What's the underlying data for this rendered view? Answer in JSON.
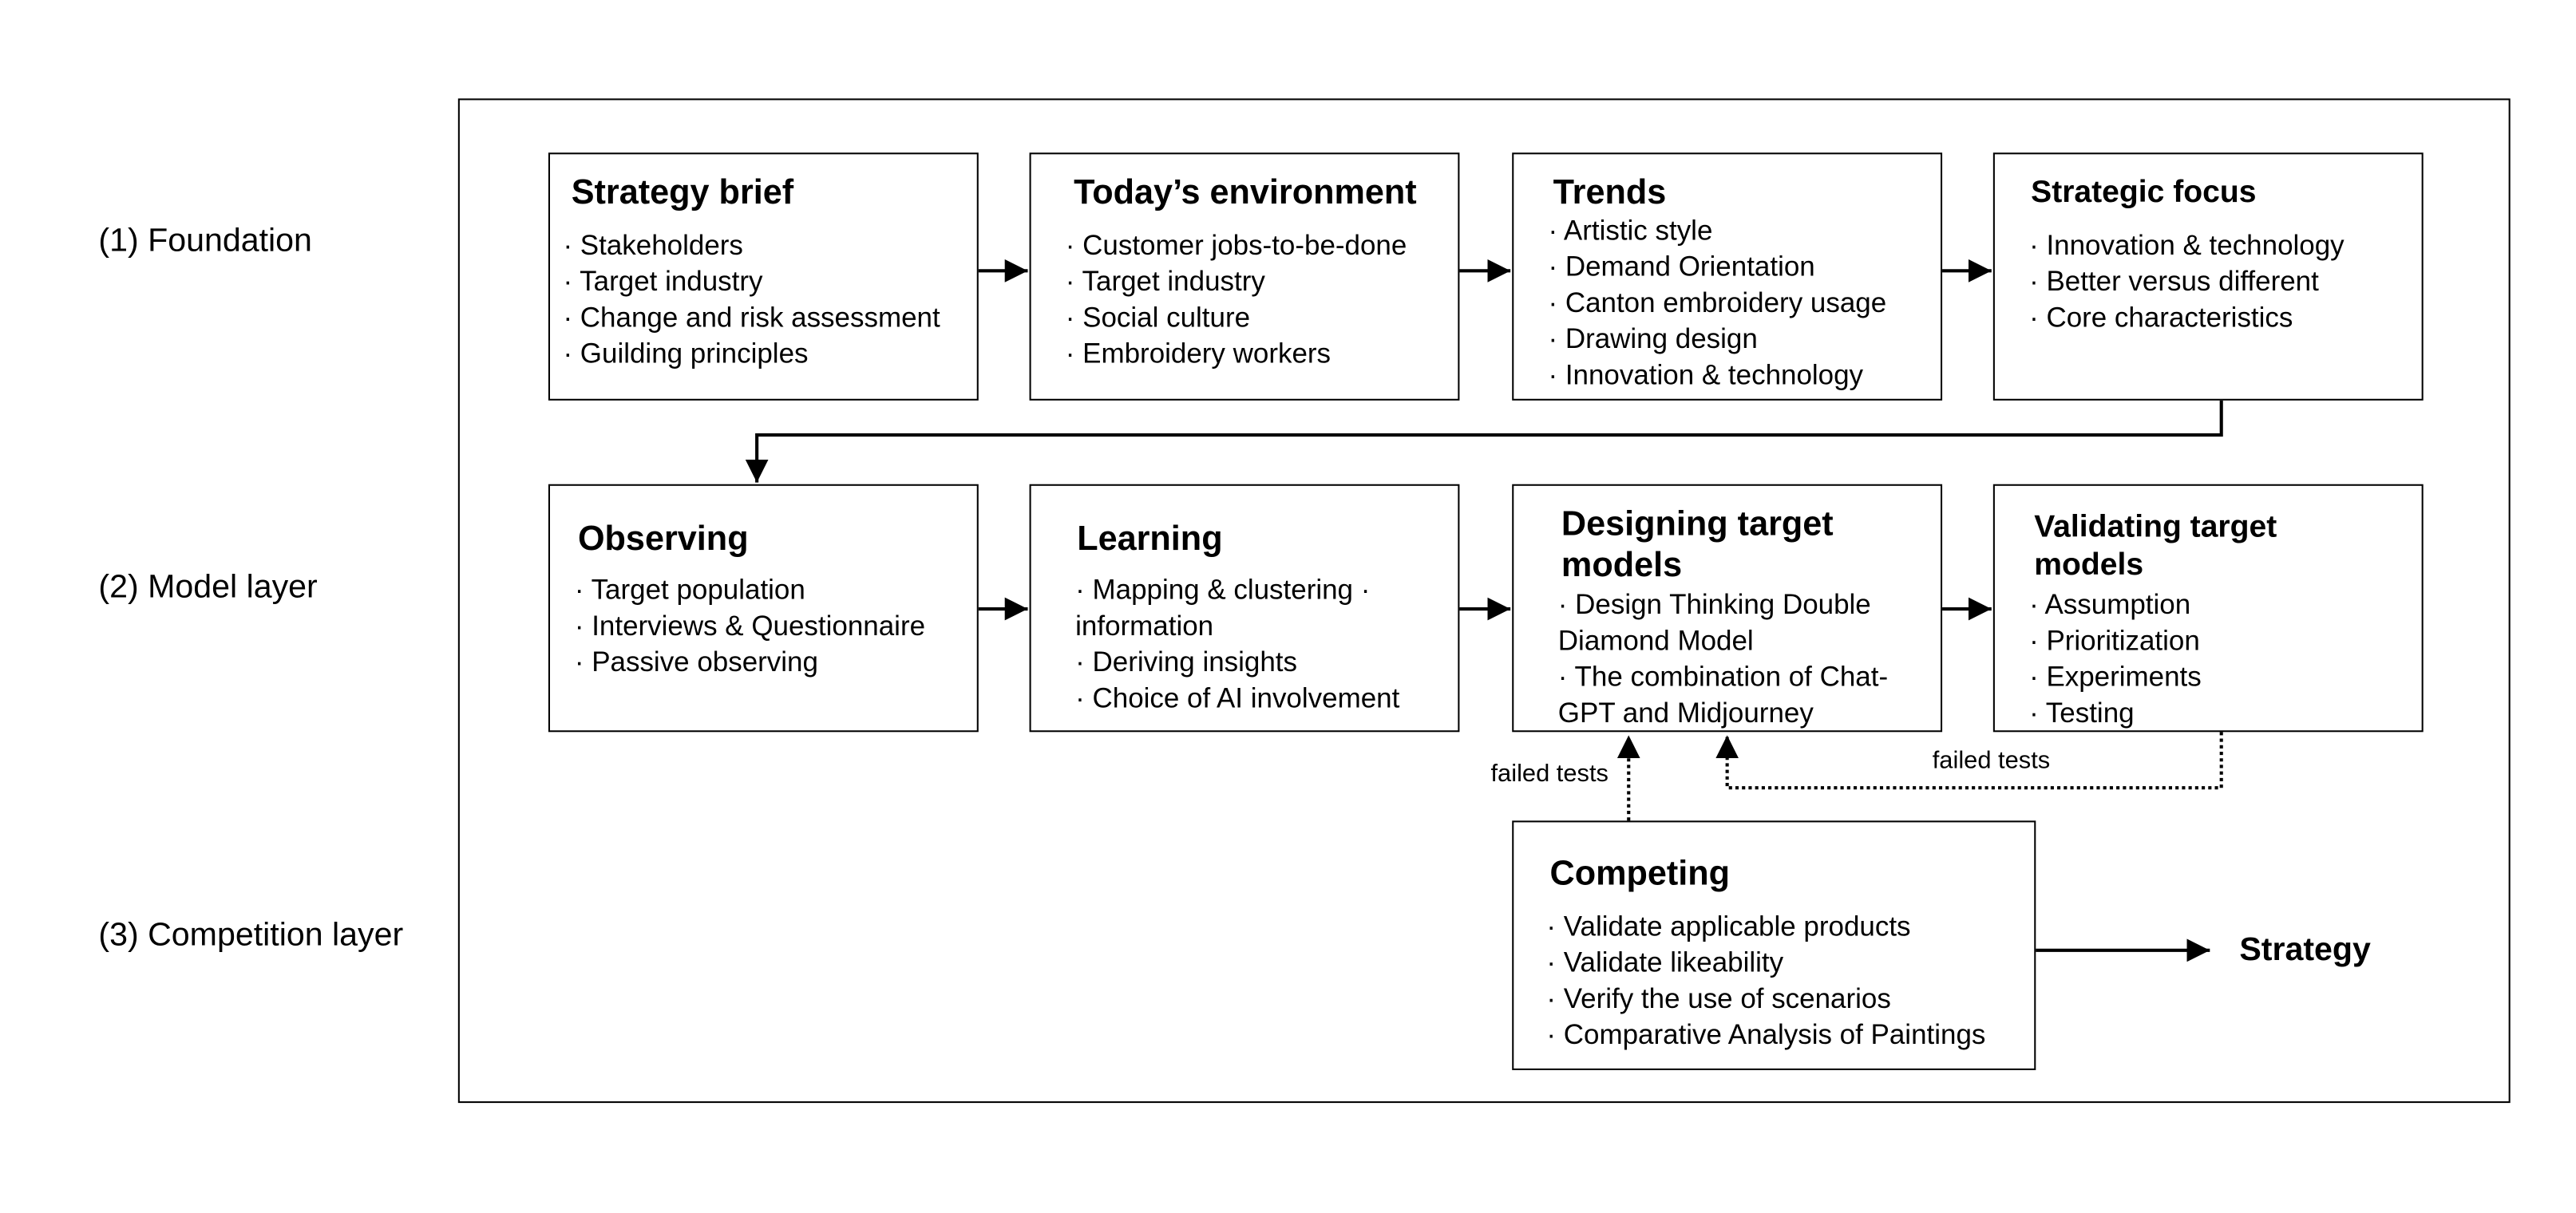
{
  "layers": {
    "foundation": "(1) Foundation",
    "model": "(2) Model layer",
    "competition": "(3) Competition layer"
  },
  "boxes": {
    "strategy_brief": {
      "title": "Strategy brief",
      "items": [
        "· Stakeholders",
        "· Target industry",
        "· Change and risk assessment",
        "· Guilding principles"
      ]
    },
    "todays_environment": {
      "title": "Today’s environment",
      "items": [
        "· Customer jobs-to-be-done",
        "· Target industry",
        "· Social culture",
        "· Embroidery workers"
      ]
    },
    "trends": {
      "title": "Trends",
      "items": [
        "· Artistic style",
        "· Demand Orientation",
        "· Canton embroidery usage",
        "· Drawing design",
        "· Innovation & technology"
      ]
    },
    "strategic_focus": {
      "title": "Strategic focus",
      "items": [
        "· Innovation & technology",
        "· Better versus different",
        "· Core characteristics"
      ]
    },
    "observing": {
      "title": "Observing",
      "items": [
        "· Target population",
        "· Interviews & Questionnaire",
        "· Passive observing"
      ]
    },
    "learning": {
      "title": "Learning",
      "items": [
        " · Mapping & clustering    · information",
        " · Deriving insights",
        " · Choice of AI involvement"
      ]
    },
    "designing": {
      "title_line1": "Designing target",
      "title_line2": "models",
      "items": [
        " · Design Thinking Double Diamond Model",
        " · The combination of Chat-GPT and Midjourney"
      ]
    },
    "validating": {
      "title_line1": "Validating target",
      "title_line2": "models",
      "items": [
        "· Assumption",
        "· Prioritization",
        "· Experiments",
        "· Testing"
      ]
    },
    "competing": {
      "title": "Competing",
      "items": [
        "· Validate applicable products",
        "· Validate likeability",
        "· Verify the use of scenarios",
        "· Comparative Analysis of Paintings"
      ]
    }
  },
  "notes": {
    "failed_tests_left": "failed tests",
    "failed_tests_right": "failed tests"
  },
  "output": "Strategy"
}
